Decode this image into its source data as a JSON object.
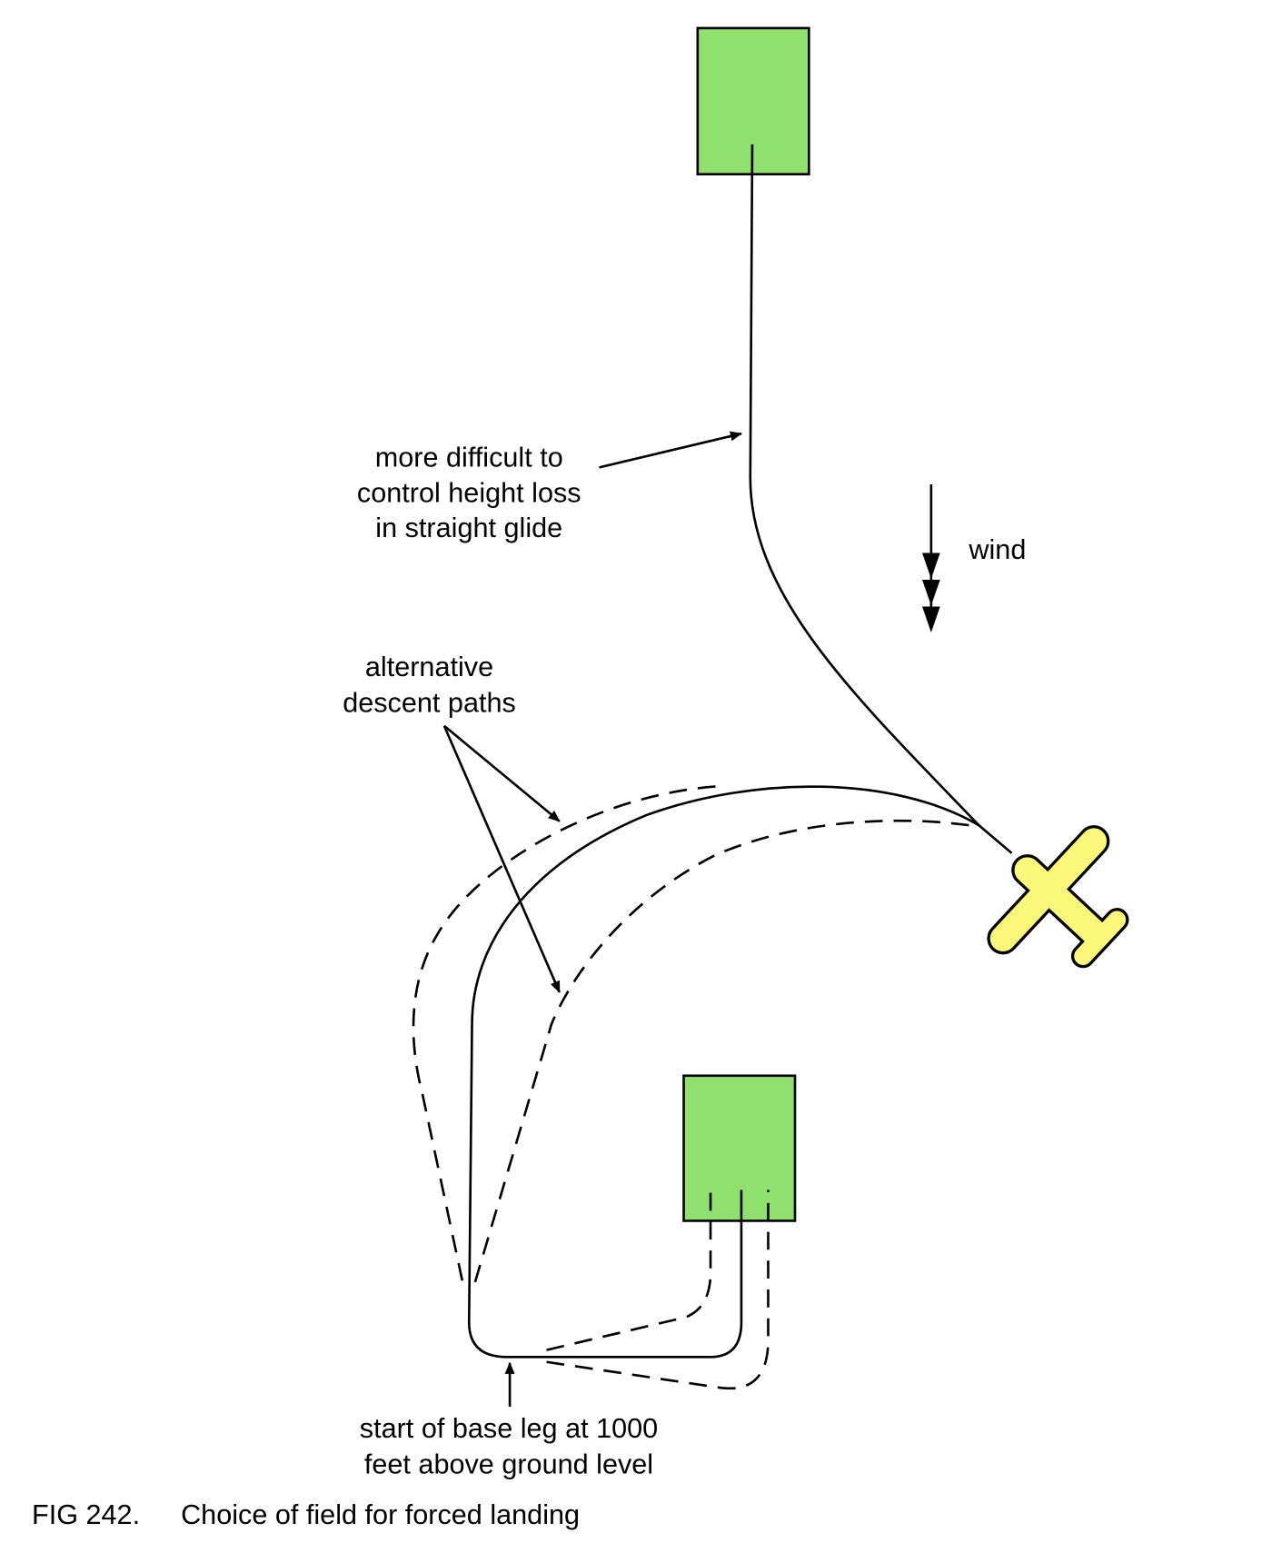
{
  "labels": {
    "difficult_line1": "more difficult to",
    "difficult_line2": "control height loss",
    "difficult_line3": "in straight glide",
    "wind": "wind",
    "alt_line1": "alternative",
    "alt_line2": "descent paths",
    "base_line1": "start of base leg at 1000",
    "base_line2": "feet above ground level",
    "caption_number": "FIG 242.",
    "caption_text": "Choice of field for forced landing"
  },
  "colors": {
    "field": "#8fe06e",
    "aircraft": "#fbf77a"
  }
}
